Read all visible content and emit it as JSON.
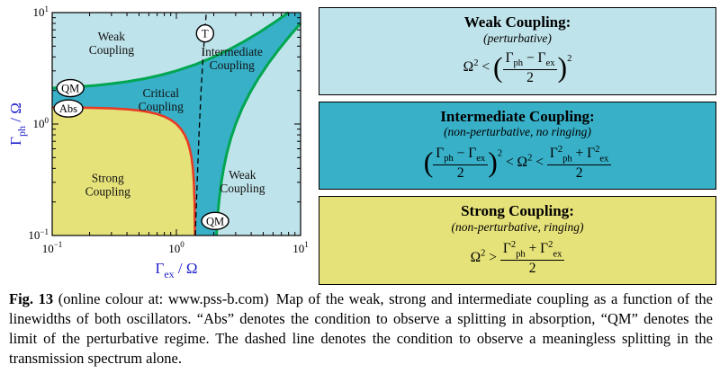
{
  "figure": {
    "caption": {
      "fig_label": "Fig. 13",
      "text": " (online colour at: www.pss-b.com) Map of the weak, strong and intermediate coupling as a function of the linewidths of both oscillators. “Abs” denotes the condition to observe a splitting in absorption, “QM” denotes the limit of the perturbative regime. The dashed line denotes the condition to observe a meaningless splitting in the transmission spectrum alone."
    }
  },
  "legend": {
    "boxes": [
      {
        "id": "weak",
        "title": "Weak Coupling:",
        "subtitle": "(perturbative)",
        "equation_html": "Ω<sup>2</sup> &lt; <span class='bp'>(</span><span class='frac'><span class='n'>Γ<sub>ph</sub> − Γ<sub>ex</sub></span><span class='d'>2</span></span><span class='bp'>)</span><sup class='outer'>2</sup>",
        "bg": "#bfe3ea"
      },
      {
        "id": "intermediate",
        "title": "Intermediate Coupling:",
        "subtitle": "(non-perturbative, no ringing)",
        "equation_html": "<span class='bp'>(</span><span class='frac'><span class='n'>Γ<sub>ph</sub> − Γ<sub>ex</sub></span><span class='d'>2</span></span><span class='bp'>)</span><sup class='outer'>2</sup> &lt; Ω<sup>2</sup> &lt; <span class='frac'><span class='n'>Γ<sup>2</sup><sub>ph</sub> + Γ<sup>2</sup><sub>ex</sub></span><span class='d'>2</span></span>",
        "bg": "#38b0c8"
      },
      {
        "id": "strong",
        "title": "Strong Coupling:",
        "subtitle": "(non-perturbative, ringing)",
        "equation_html": "Ω<sup>2</sup> &gt; <span class='frac'><span class='n'>Γ<sup>2</sup><sub>ph</sub> + Γ<sup>2</sup><sub>ex</sub></span><span class='d'>2</span></span>",
        "bg": "#e6e27a"
      }
    ]
  },
  "chart_data": {
    "type": "area",
    "subtype": "phase-diagram-map",
    "title": "",
    "xlabel": {
      "symbol": "Γ",
      "sub": "ex",
      "rest": " / Ω"
    },
    "ylabel": {
      "symbol": "Γ",
      "sub": "ph",
      "rest": " / Ω"
    },
    "xscale": "log",
    "yscale": "log",
    "xlim": [
      0.1,
      10
    ],
    "ylim": [
      0.1,
      10
    ],
    "grid": false,
    "ticks": [
      {
        "v": 0.1,
        "base": "10",
        "exp": "−1"
      },
      {
        "v": 1,
        "base": "10",
        "exp": "0"
      },
      {
        "v": 10,
        "base": "10",
        "exp": "1"
      }
    ],
    "colors": {
      "weak": "#bfe3ea",
      "intermediate": "#38b0c8",
      "strong": "#e6e27a",
      "green_line": "#00a651",
      "red_line": "#e83b25",
      "dashed_line": "#000000",
      "axis_label": "#2222cc",
      "frame": "#000000"
    },
    "curves": {
      "green_upper": {
        "meaning": "perturbative limit (QM): Γph = Γex + 2Ω",
        "points": [
          [
            0.1,
            2.1
          ],
          [
            0.13,
            2.13
          ],
          [
            0.17,
            2.17
          ],
          [
            0.22,
            2.22
          ],
          [
            0.3,
            2.3
          ],
          [
            0.4,
            2.4
          ],
          [
            0.55,
            2.55
          ],
          [
            0.75,
            2.75
          ],
          [
            1.0,
            3.0
          ],
          [
            1.4,
            3.4
          ],
          [
            1.9,
            3.9
          ],
          [
            2.6,
            4.6
          ],
          [
            3.5,
            5.5
          ],
          [
            4.7,
            6.7
          ],
          [
            6.3,
            8.3
          ],
          [
            8.0,
            10.0
          ]
        ]
      },
      "green_lower": {
        "meaning": "perturbative limit (QM): Γph = Γex − 2Ω",
        "points": [
          [
            2.1,
            0.1
          ],
          [
            2.13,
            0.13
          ],
          [
            2.17,
            0.17
          ],
          [
            2.22,
            0.22
          ],
          [
            2.3,
            0.3
          ],
          [
            2.4,
            0.4
          ],
          [
            2.55,
            0.55
          ],
          [
            2.75,
            0.75
          ],
          [
            3.0,
            1.0
          ],
          [
            3.4,
            1.4
          ],
          [
            3.9,
            1.9
          ],
          [
            4.6,
            2.6
          ],
          [
            5.5,
            3.5
          ],
          [
            6.7,
            4.7
          ],
          [
            8.3,
            6.3
          ],
          [
            10.0,
            8.0
          ]
        ]
      },
      "red": {
        "meaning": "absorption splitting limit (Abs): Γph² + Γex² = 2Ω²",
        "points": [
          [
            0.1,
            1.41
          ],
          [
            0.2,
            1.4
          ],
          [
            0.3,
            1.382
          ],
          [
            0.4,
            1.356
          ],
          [
            0.5,
            1.323
          ],
          [
            0.6,
            1.281
          ],
          [
            0.7,
            1.229
          ],
          [
            0.8,
            1.166
          ],
          [
            0.9,
            1.091
          ],
          [
            1.0,
            1.0
          ],
          [
            1.091,
            0.9
          ],
          [
            1.166,
            0.8
          ],
          [
            1.229,
            0.7
          ],
          [
            1.281,
            0.6
          ],
          [
            1.323,
            0.5
          ],
          [
            1.356,
            0.4
          ],
          [
            1.382,
            0.3
          ],
          [
            1.4,
            0.2
          ],
          [
            1.41,
            0.1
          ]
        ]
      },
      "dashed": {
        "meaning": "meaningless splitting in transmission alone (T)",
        "points": [
          [
            1.42,
            0.1
          ],
          [
            1.47,
            0.3
          ],
          [
            1.52,
            0.8
          ],
          [
            1.58,
            2.0
          ],
          [
            1.64,
            4.0
          ],
          [
            1.7,
            7.0
          ],
          [
            1.74,
            10.0
          ]
        ]
      }
    },
    "region_labels": [
      {
        "lines": [
          "Weak",
          "Coupling"
        ],
        "x": 0.3,
        "y": 5.2
      },
      {
        "lines": [
          "Intermediate",
          "Coupling"
        ],
        "x": 2.8,
        "y": 3.8
      },
      {
        "lines": [
          "Critical",
          "Coupling"
        ],
        "x": 0.75,
        "y": 1.62
      },
      {
        "lines": [
          "Strong",
          "Coupling"
        ],
        "x": 0.28,
        "y": 0.28
      },
      {
        "lines": [
          "Weak",
          "Coupling"
        ],
        "x": 3.4,
        "y": 0.3
      }
    ],
    "markers": [
      {
        "label": "T",
        "x": 1.7,
        "y": 6.5,
        "rx": 9.5,
        "ry": 9.5
      },
      {
        "label": "QM",
        "x": 0.14,
        "y": 2.1,
        "rx": 15,
        "ry": 9.5
      },
      {
        "label": "Abs",
        "x": 0.135,
        "y": 1.38,
        "rx": 16,
        "ry": 9.5
      },
      {
        "label": "QM",
        "x": 2.05,
        "y": 0.135,
        "rx": 15,
        "ry": 9.5
      }
    ]
  }
}
